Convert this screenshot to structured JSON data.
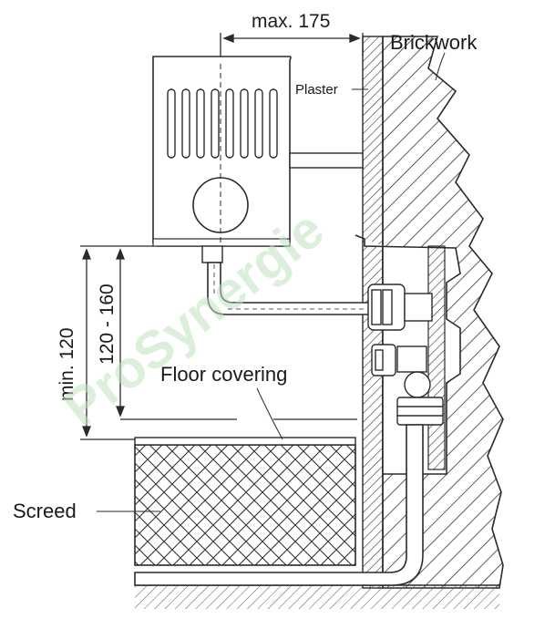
{
  "labels": {
    "max_175": "max. 175",
    "brickwork": "Brickwork",
    "plaster": "Plaster",
    "min_120": "min. 120",
    "range_120_160": "120 - 160",
    "floor_covering": "Floor covering",
    "screed": "Screed"
  },
  "watermark": "ProSynergie",
  "colors": {
    "line": "#2a2a2a",
    "watermark": "#bfe3bf",
    "background": "#ffffff"
  }
}
